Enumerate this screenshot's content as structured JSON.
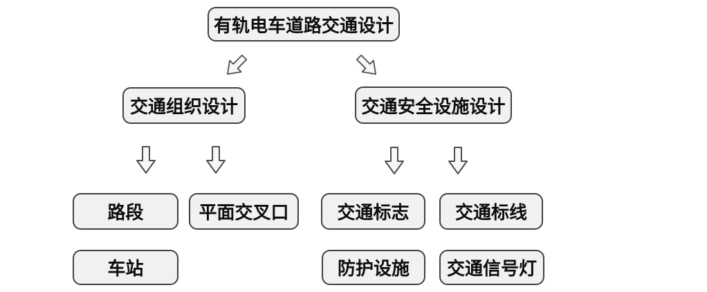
{
  "colors": {
    "background": "#ffffff",
    "box_fill": "#f1f1f1",
    "box_border": "#404040",
    "arrow_fill": "#f7f7f7",
    "arrow_stroke": "#4d4d4d",
    "text": "#0d0d0d"
  },
  "flowchart": {
    "root": "有轨电车道路交通设计",
    "branches": [
      {
        "label": "交通组织设计",
        "children": [
          {
            "label": "路段"
          },
          {
            "label": "平面交叉口"
          },
          {
            "label": "车站"
          }
        ]
      },
      {
        "label": "交通安全设施设计",
        "children": [
          {
            "label": "交通标志"
          },
          {
            "label": "交通标线"
          },
          {
            "label": "防护设施"
          },
          {
            "label": "交通信号灯"
          }
        ]
      }
    ]
  }
}
